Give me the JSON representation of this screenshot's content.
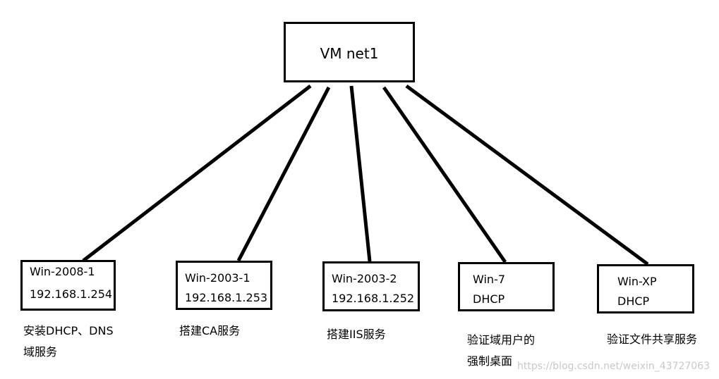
{
  "hub": {
    "label": "VM net1"
  },
  "nodes": [
    {
      "name": "Win-2008-1",
      "detail": "192.168.1.254",
      "note_lines": [
        "安装DHCP、DNS",
        "域服务"
      ]
    },
    {
      "name": "Win-2003-1",
      "detail": "192.168.1.253",
      "note_lines": [
        "搭建CA服务"
      ]
    },
    {
      "name": "Win-2003-2",
      "detail": "192.168.1.252",
      "note_lines": [
        "搭建IIS服务"
      ]
    },
    {
      "name": "Win-7",
      "detail": "DHCP",
      "note_lines": [
        "验证域用户的",
        "强制桌面"
      ]
    },
    {
      "name": "Win-XP",
      "detail": "DHCP",
      "note_lines": [
        "验证文件共享服务"
      ]
    }
  ],
  "watermark": "https://blog.csdn.net/weixin_43727063",
  "colors": {
    "line": "#000000",
    "background": "#ffffff",
    "watermark": "#c9c9c9"
  }
}
